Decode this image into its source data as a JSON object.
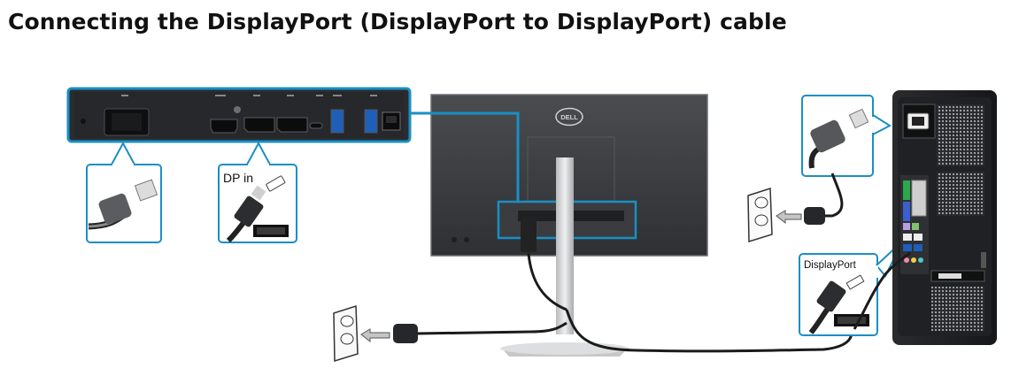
{
  "title": "Connecting the DisplayPort (DisplayPort to DisplayPort) cable",
  "monitor_callout": {
    "label": "DP in"
  },
  "pc_callout": {
    "label": "DisplayPort"
  },
  "brand": {
    "logo_text": "DELL"
  },
  "colors": {
    "callout": "#1a8fc4",
    "monitor": "#3d3f42",
    "cable": "#1e1e1e",
    "stand": "#d2d3d5",
    "port_panel": "#27292c"
  },
  "icons": [
    "power-cord-plug-icon",
    "displayport-plug-icon",
    "wall-outlet-icon",
    "desktop-tower-icon",
    "monitor-rear-icon"
  ]
}
